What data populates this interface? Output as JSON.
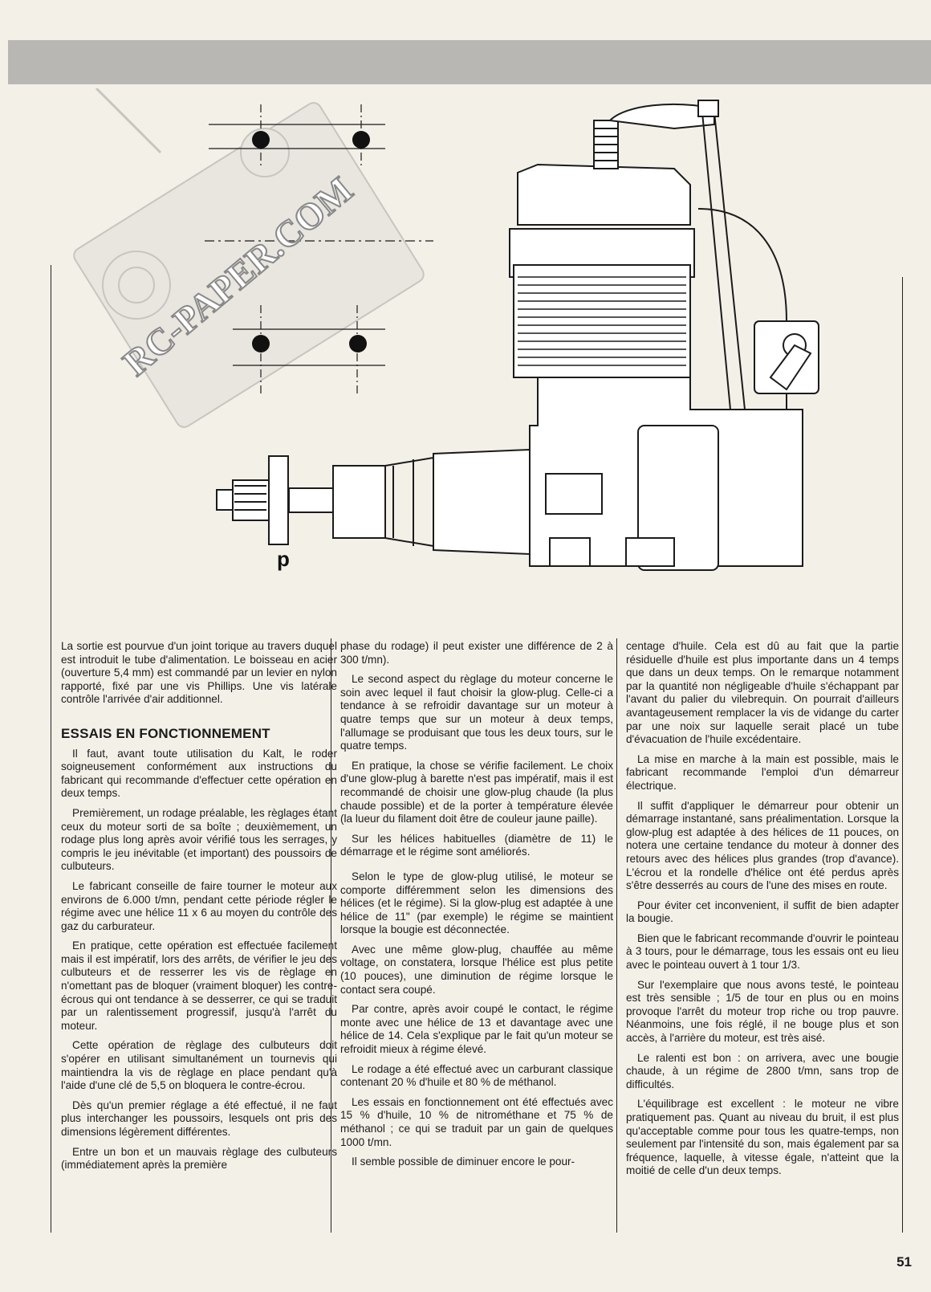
{
  "watermark": {
    "text": "RC-PAPER.COM"
  },
  "figure": {
    "label": "p"
  },
  "col1": {
    "p1": "La sortie est pourvue d'un joint torique au travers duquel est introduit le tube d'alimentation. Le boisseau en acier (ouverture 5,4 mm) est commandé par un levier en nylon rapporté, fixé par une vis Phillips. Une vis latérale contrôle l'arrivée d'air additionnel.",
    "heading": "ESSAIS EN FONCTIONNEMENT",
    "p2": "Il faut, avant toute utilisation du Kalt, le roder soigneusement conformément aux instructions du fabricant qui recommande d'effectuer cette opération en deux temps.",
    "p3": "Premièrement, un rodage préalable, les règlages étant ceux du moteur sorti de sa boîte ; deuxièmement, un rodage plus long après avoir vérifié tous les serrages, y compris le jeu inévitable (et important) des poussoirs de culbuteurs.",
    "p4": "Le fabricant conseille de faire tourner le moteur aux environs de 6.000 t/mn, pendant cette période régler le régime avec une hélice 11 x 6 au moyen du contrôle des gaz du carburateur.",
    "p5": "En pratique, cette opération est effectuée facilement mais il est impératif, lors des arrêts, de vérifier le jeu des culbuteurs et de resserrer les vis de règlage en n'omettant pas de bloquer (vraiment bloquer) les contre-écrous qui ont tendance à se desserrer, ce qui se traduit par un ralentissement progressif, jusqu'à l'arrêt du moteur.",
    "p6": "Cette opération de règlage des culbuteurs doit s'opérer en utilisant simultanément un tournevis qui maintiendra la vis de règlage en place pendant qu'à l'aide d'une clé de 5,5 on bloquera le contre-écrou.",
    "p7": "Dès qu'un premier réglage a été effectué, il ne faut plus interchanger les poussoirs, lesquels ont pris des dimensions légèrement différentes.",
    "p8": "Entre un bon et un mauvais règlage des culbuteurs (immédiatement après la première"
  },
  "col2": {
    "p1": "phase du rodage) il peut exister une différence de 2 à 300 t/mn).",
    "p2": "Le second aspect du règlage du moteur concerne le soin avec lequel il faut choisir la glow-plug. Celle-ci a tendance à se refroidir davantage sur un moteur à quatre temps que sur un moteur à deux temps, l'allumage se produisant que tous les deux tours, sur le quatre temps.",
    "p3": "En pratique, la chose se vérifie facilement. Le choix d'une glow-plug à barette n'est pas impératif, mais il est recommandé de choisir une glow-plug chaude (la plus chaude possible) et de la porter à température élevée (la lueur du filament doit être de couleur jaune paille).",
    "p4": "Sur les hélices habituelles (diamètre de 11) le démarrage et le régime sont améliorés.",
    "p5": "Selon le type de glow-plug utilisé, le moteur se comporte différemment selon les dimensions des hélices (et le régime). Si la glow-plug est adaptée à une hélice de 11\" (par exemple) le régime se maintient lorsque la bougie est déconnectée.",
    "p6": "Avec une même glow-plug, chauffée au même voltage, on constatera, lorsque l'hélice est plus petite (10 pouces), une diminution de régime lorsque le contact sera coupé.",
    "p7": "Par contre, après avoir coupé le contact, le régime monte avec une hélice de 13 et davantage avec une hélice de 14. Cela s'explique par le fait qu'un moteur se refroidit mieux à régime élevé.",
    "p8": "Le rodage a été effectué avec un carburant classique contenant 20 % d'huile et 80 % de méthanol.",
    "p9": "Les essais en fonctionnement ont été effectués avec 15 % d'huile, 10 % de nitrométhane et 75 % de méthanol ; ce qui se traduit par un gain de quelques 1000 t/mn.",
    "p10": "Il semble possible de diminuer encore le pour-"
  },
  "col3": {
    "p1": "centage d'huile. Cela est dû au fait que la partie résiduelle d'huile est plus importante dans un 4 temps que dans un deux temps. On le remarque notamment par la quantité non négligeable d'huile s'échappant par l'avant du palier du vilebrequin. On pourrait d'ailleurs avantageusement remplacer la vis de vidange du carter par une noix sur laquelle serait placé un tube d'évacuation de l'huile excédentaire.",
    "p2": "La mise en marche à la main est possible, mais le fabricant recommande l'emploi d'un démarreur électrique.",
    "p3": "Il suffit d'appliquer le démarreur pour obtenir un démarrage instantané, sans préalimentation. Lorsque la glow-plug est adaptée à des hélices de 11 pouces, on notera une certaine tendance du moteur à donner des retours avec des hélices plus grandes (trop d'avance). L'écrou et la rondelle d'hélice ont été perdus après s'être desserrés au cours de l'une des mises en route.",
    "p4": "Pour éviter cet inconvenient, il suffit de bien adapter la bougie.",
    "p5": "Bien que le fabricant recommande d'ouvrir le pointeau à 3 tours, pour le démarrage, tous les essais ont eu lieu avec le pointeau ouvert à 1 tour 1/3.",
    "p6": "Sur l'exemplaire que nous avons testé, le pointeau est très sensible ; 1/5 de tour en plus ou en moins provoque l'arrêt du moteur trop riche ou trop pauvre. Néanmoins, une fois réglé, il ne bouge plus et son accès, à l'arrière du moteur, est très aisé.",
    "p7": "Le ralenti est bon : on arrivera, avec une bougie chaude, à un régime de 2800 t/mn, sans trop de difficultés.",
    "p8": "L'équilibrage est excellent : le moteur ne vibre pratiquement pas. Quant au niveau du bruit, il est plus qu'acceptable comme pour tous les quatre-temps, non seulement par l'intensité du son, mais également par sa fréquence, laquelle, à vitesse égale, n'atteint que la moitié de celle d'un deux temps."
  },
  "page_number": "51"
}
